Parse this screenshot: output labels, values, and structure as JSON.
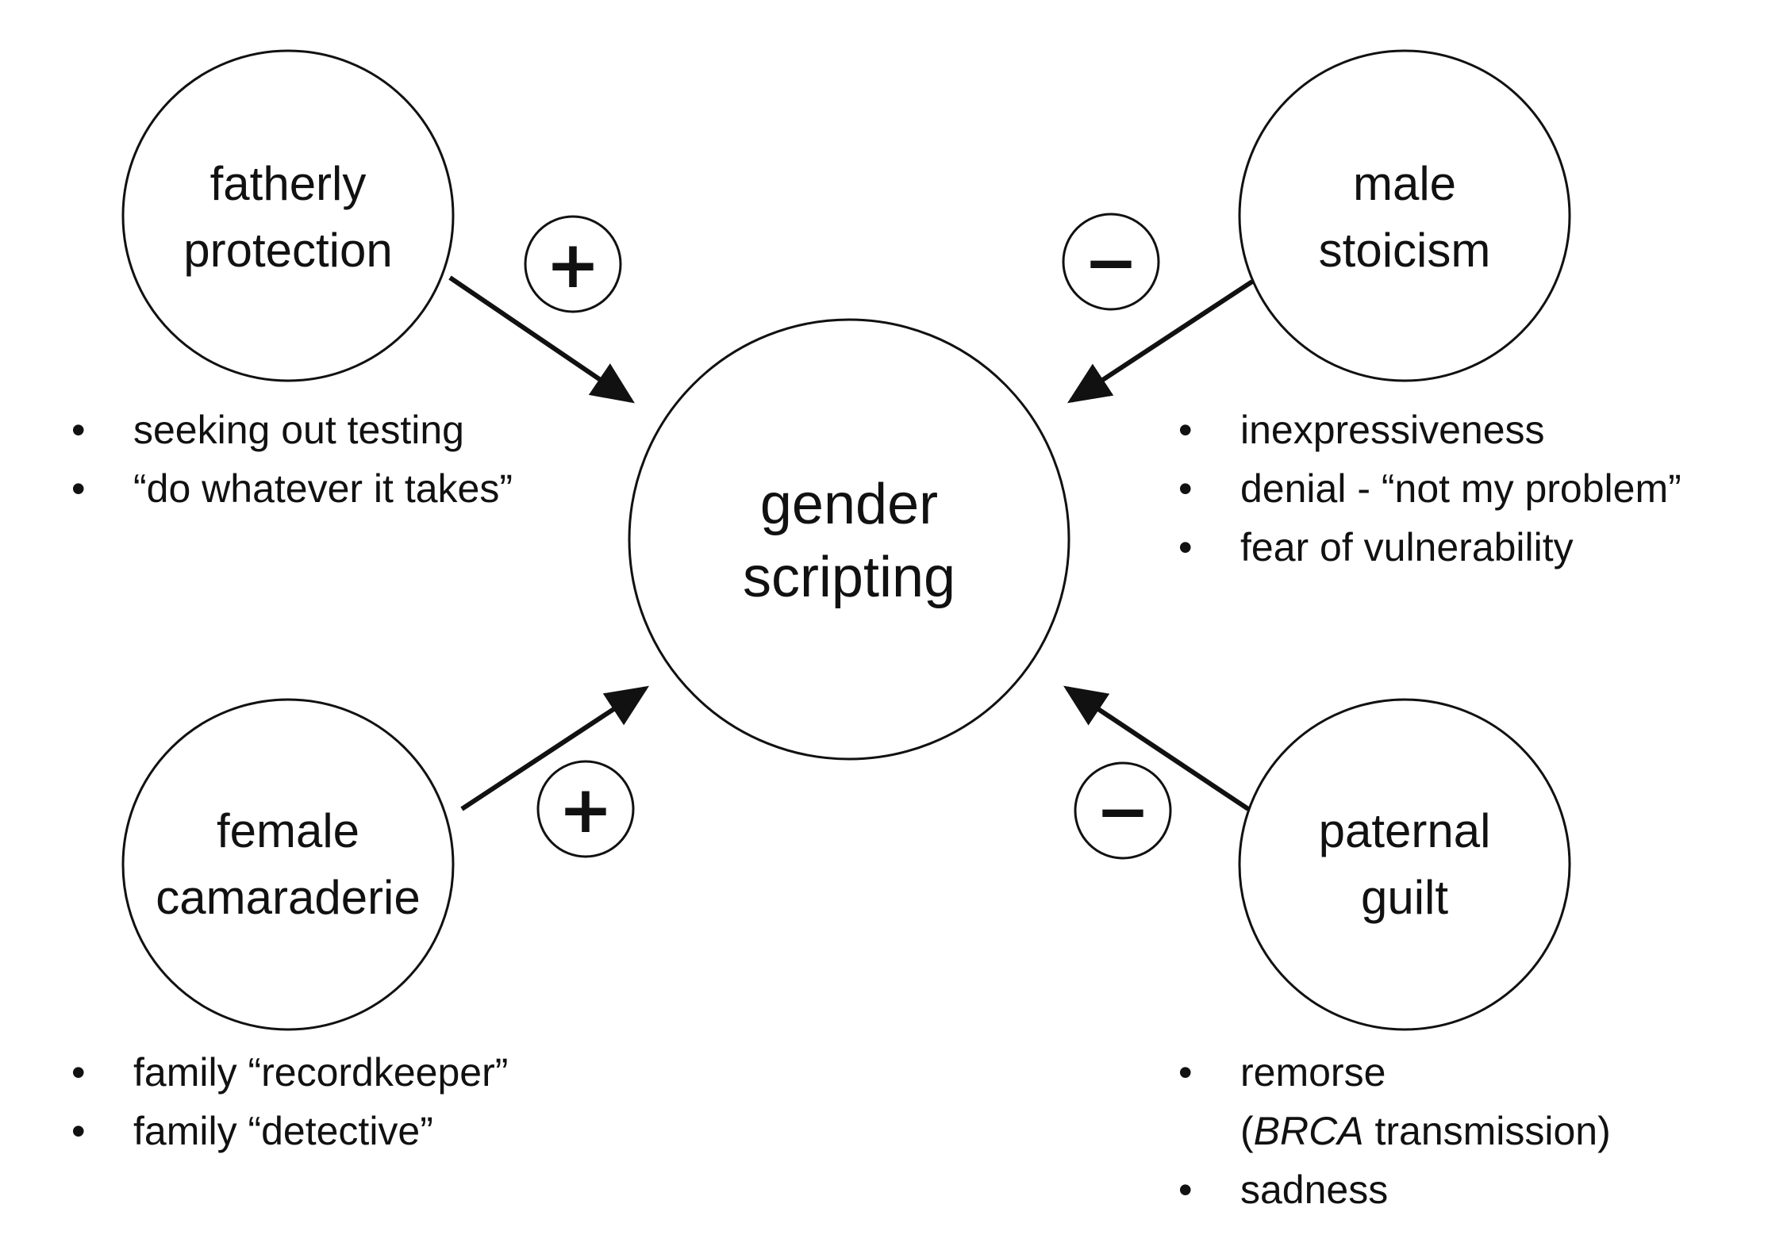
{
  "center": {
    "line1": "gender",
    "line2": "scripting"
  },
  "nodes": {
    "top_left": {
      "line1": "fatherly",
      "line2": "protection",
      "sign": "+"
    },
    "top_right": {
      "line1": "male",
      "line2": "stoicism",
      "sign": "−"
    },
    "bottom_left": {
      "line1": "female",
      "line2": "camaraderie",
      "sign": "+"
    },
    "bottom_right": {
      "line1": "paternal",
      "line2": "guilt",
      "sign": "−"
    }
  },
  "lists": {
    "top_left": [
      "seeking out testing",
      "“do whatever it takes”"
    ],
    "top_right": [
      "inexpressiveness",
      "denial - “not my problem”",
      "fear of vulnerability"
    ],
    "bottom_left": [
      "family “recordkeeper”",
      "family “detective”"
    ],
    "bottom_right": {
      "remorse": "remorse",
      "remorse_open": "(",
      "remorse_italic": "BRCA",
      "remorse_rest": " transmission)",
      "sadness": "sadness"
    }
  },
  "colors": {
    "stroke": "#111111",
    "background": "#ffffff"
  }
}
